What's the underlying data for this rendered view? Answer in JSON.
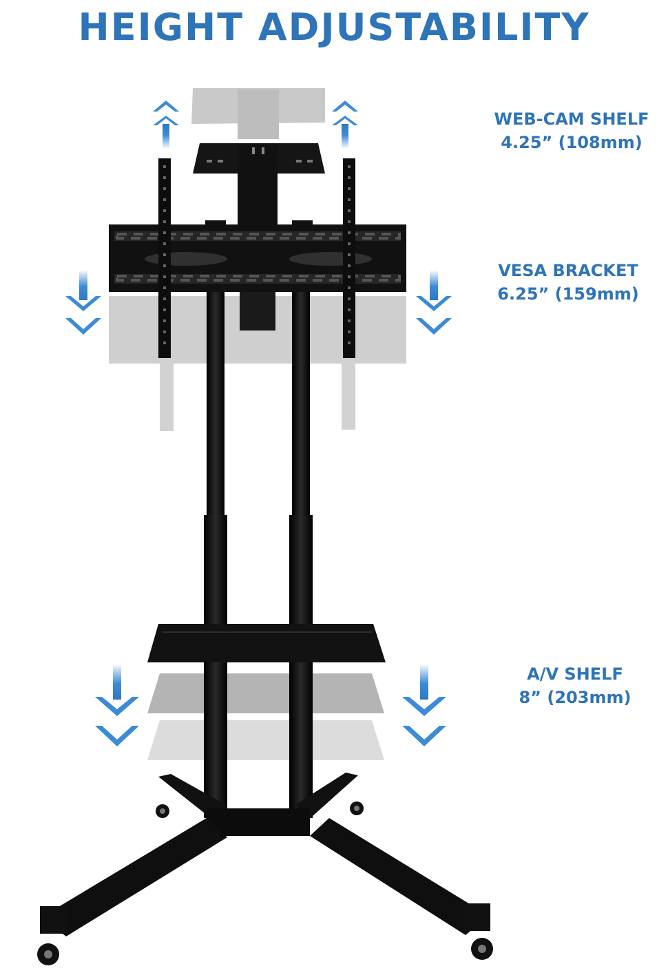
{
  "title": "HEIGHT ADJUSTABILITY",
  "colors": {
    "accent": "#2e74b9",
    "arrow": "#3d8bd6",
    "stand": "#111111",
    "ghost": "#c8c8c8"
  },
  "labels": {
    "webcam": {
      "name": "WEB-CAM SHELF",
      "range": "4.25” (108mm)"
    },
    "vesa": {
      "name": "VESA BRACKET",
      "range": "6.25” (159mm)"
    },
    "av": {
      "name": "A/V SHELF",
      "range": "8” (203mm)"
    }
  },
  "icons": [
    "arrow-up-icon",
    "arrow-down-icon"
  ]
}
